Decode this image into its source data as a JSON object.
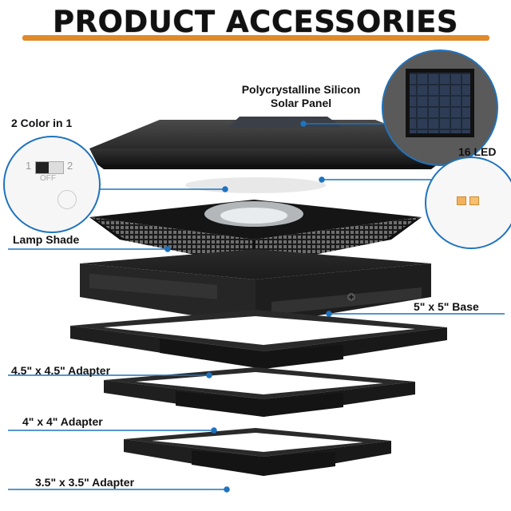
{
  "title": "PRODUCT ACCESSORIES",
  "labels": {
    "solar_panel_line1": "Polycrystalline Silicon",
    "solar_panel_line2": "Solar Panel",
    "two_color": "2 Color in 1",
    "sixteen_led": "16 LED",
    "lamp_shade": "Lamp Shade",
    "base": "5\" x 5\" Base",
    "adapter_45": "4.5\" x 4.5\" Adapter",
    "adapter_4": "4\" x 4\" Adapter",
    "adapter_35": "3.5\" x 3.5\" Adapter"
  },
  "switch": {
    "pos1": "1",
    "pos2": "2",
    "off": "OFF"
  },
  "colors": {
    "accent_bar": "#e08a2a",
    "leader_line": "#1e73be",
    "product": "#2b2b2b"
  }
}
